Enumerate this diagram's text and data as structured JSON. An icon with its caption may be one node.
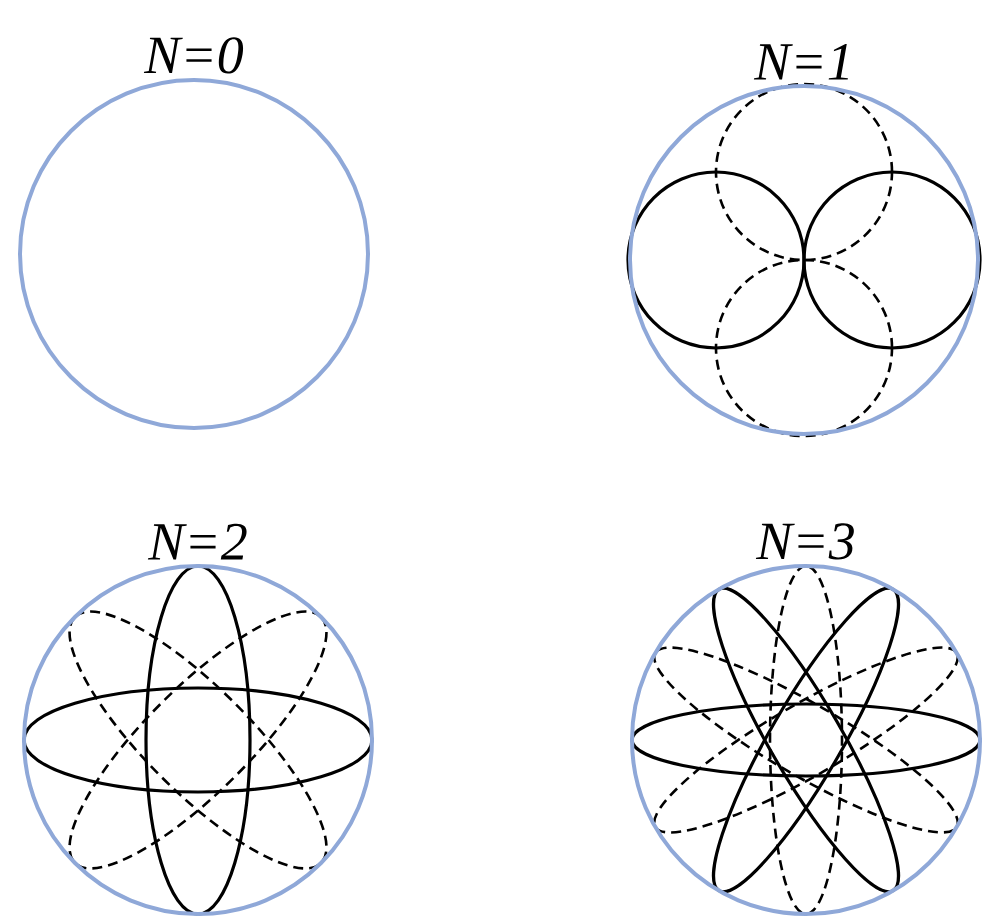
{
  "diagram": {
    "nodes": [
      {
        "text": [
          "N=0"
        ]
      },
      {
        "text": [
          "N=1"
        ]
      },
      {
        "text": [
          "N=2"
        ]
      },
      {
        "text": [
          "N=3"
        ]
      }
    ]
  }
}
